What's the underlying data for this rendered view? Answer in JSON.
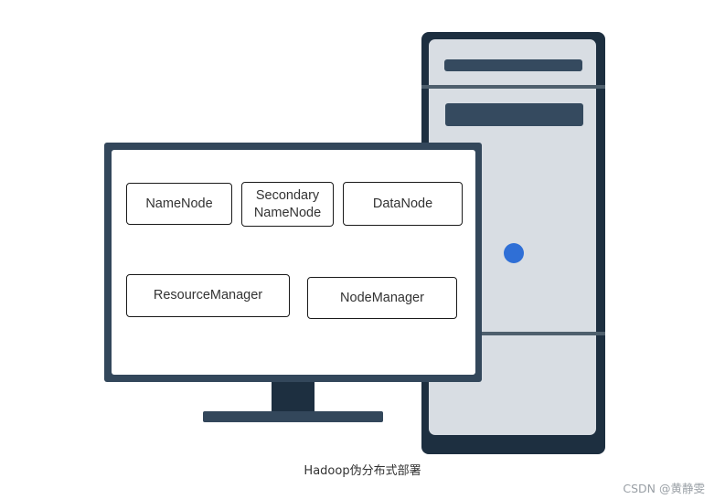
{
  "diagram": {
    "nodes": {
      "namenode": "NameNode",
      "secondary_namenode": "Secondary\nNameNode",
      "datanode": "DataNode",
      "resourcemanager": "ResourceManager",
      "nodemanager": "NodeManager"
    },
    "caption": "Hadoop伪分布式部署"
  },
  "watermark": "CSDN @黄静雯",
  "colors": {
    "tower_dark": "#1d2f40",
    "tower_face": "#d8dde3",
    "monitor_frame": "#33475b",
    "power_led": "#2f6fd6"
  }
}
